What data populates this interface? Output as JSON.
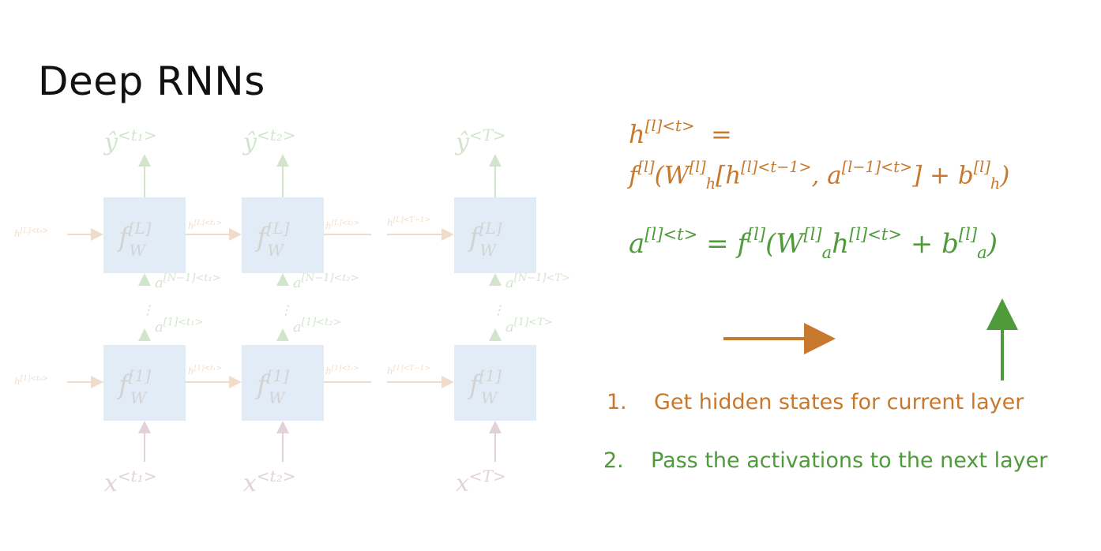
{
  "slide": {
    "title": "Deep RNNs",
    "colors": {
      "orange": "#c8782d",
      "green": "#4f9a3a",
      "box": "#cfe0f3",
      "faded_text": "#999999"
    }
  },
  "diagram": {
    "outputs": [
      "ŷ<t₁>",
      "ŷ<t₂>",
      "ŷ<T>"
    ],
    "inputs": [
      "x<t₁>",
      "x<t₂>",
      "x<T>"
    ],
    "top_cells": [
      "f[L]W",
      "f[L]W",
      "f[L]W"
    ],
    "bottom_cells": [
      "f[1]W",
      "f[1]W",
      "f[1]W"
    ],
    "top_hidden": [
      "h[L]<t₀>",
      "h[L]<t₁>",
      "h[L]<t₂>",
      "h[L]<T−1>"
    ],
    "bottom_hidden": [
      "h[1]<t₀>",
      "h[1]<t₁>",
      "h[1]<t₂>",
      "h[1]<T−1>"
    ],
    "upper_activations": [
      "a[N−1]<t₁>",
      "a[N−1]<t₂>",
      "a[N−1]<T>"
    ],
    "lower_activations": [
      "a[1]<t₁>",
      "a[1]<t₂>",
      "a[1]<T>"
    ]
  },
  "equations": {
    "eq1_line1": "h[l]<t> =",
    "eq1_line2": "f[l](W[l]h [h[l]<t−1>, a[l−1]<t>] + b[l]h)",
    "eq2": "a[l]<t> = f[l](W[l]a h[l]<t> + b[l]a)"
  },
  "steps": [
    {
      "number": "1.",
      "text": "Get hidden states for current layer",
      "color": "#c8782d"
    },
    {
      "number": "2.",
      "text": "Pass the activations to the next layer",
      "color": "#4f9a3a"
    }
  ]
}
